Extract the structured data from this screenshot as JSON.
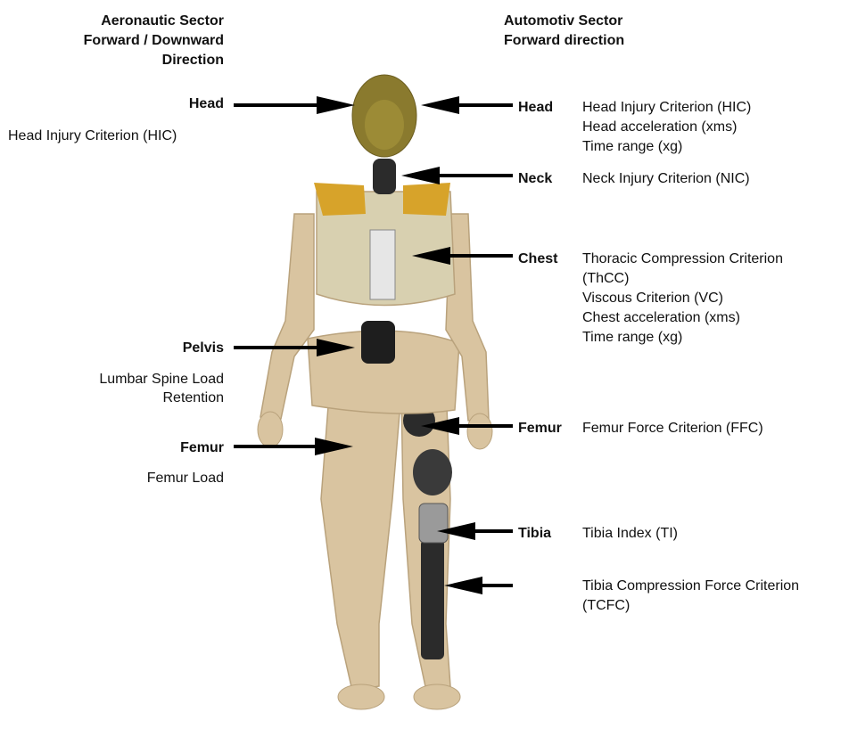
{
  "headers": {
    "aero": [
      "Aeronautic Sector",
      "Forward / Downward",
      "Direction"
    ],
    "auto": [
      "Automotiv Sector",
      "Forward direction"
    ]
  },
  "left": {
    "head": {
      "label": "Head",
      "criteria": [
        "Head Injury Criterion (HIC)"
      ]
    },
    "pelvis": {
      "label": "Pelvis",
      "criteria": [
        "Lumbar Spine Load",
        "Retention"
      ]
    },
    "femur": {
      "label": "Femur",
      "criteria": [
        "Femur Load"
      ]
    }
  },
  "right": {
    "head": {
      "label": "Head",
      "criteria": [
        "Head Injury Criterion (HIC)",
        "Head acceleration (xms)",
        "Time range (xg)"
      ]
    },
    "neck": {
      "label": "Neck",
      "criteria": [
        "Neck Injury Criterion (NIC)"
      ]
    },
    "chest": {
      "label": "Chest",
      "criteria": [
        "Thoracic Compression Criterion",
        "(ThCC)",
        "Viscous Criterion (VC)",
        "Chest acceleration (xms)",
        "Time range (xg)"
      ]
    },
    "femur": {
      "label": "Femur",
      "criteria": [
        "Femur Force Criterion (FFC)"
      ]
    },
    "tibia": {
      "label": "Tibia",
      "criteria": [
        "Tibia Index (TI)"
      ]
    },
    "tibia_compression": {
      "criteria": [
        "Tibia Compression Force Criterion",
        "(TCFC)"
      ]
    }
  },
  "colors": {
    "skin": "#d9c4a0",
    "skin_shade": "#b9a27c",
    "head": "#8a7a2e",
    "vest": "#d8d0b0",
    "pad": "#d7a32a",
    "metal": "#2b2b2b",
    "arrow": "#000000"
  }
}
